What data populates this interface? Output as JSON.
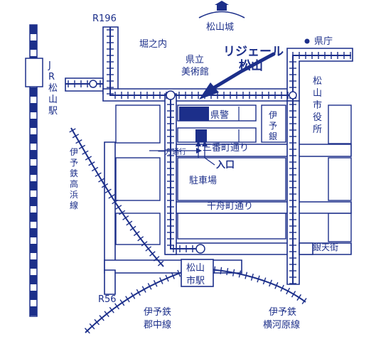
{
  "colors": {
    "ink": "#1c2f8a",
    "paper": "#ffffff"
  },
  "labels": {
    "castle": "松山城",
    "prefectural_office": "県庁",
    "city_hall": "松山市役所",
    "horinouchi": "堀之内",
    "art_museum": "県立美術館",
    "hotel": "リジェール松山",
    "kenchiku": "県警",
    "iyo_bank": "伊予銀",
    "jr_station": "JR松山駅",
    "route_196": "R196",
    "route_56": "R56",
    "sanbancho": "三番町通り",
    "senbuncho": "千舟町通り",
    "one_way": "一方通行",
    "entrance": "入口",
    "parking": "駐車場",
    "takahama_line": "伊予鉄高浜線",
    "matsuyama_city_station": "松山市駅",
    "gintengai": "銀天街",
    "gunchu_line": "伊予鉄郡中線",
    "yokogawara_line": "伊予鉄横河原線"
  },
  "icons": {
    "castle": "castle-icon",
    "prefectural_office": "dot-marker-icon",
    "hotel_pointer": "arrow-pointer-icon",
    "entrance": "arrow-up-icon",
    "one_way": "arrow-right-icon"
  }
}
